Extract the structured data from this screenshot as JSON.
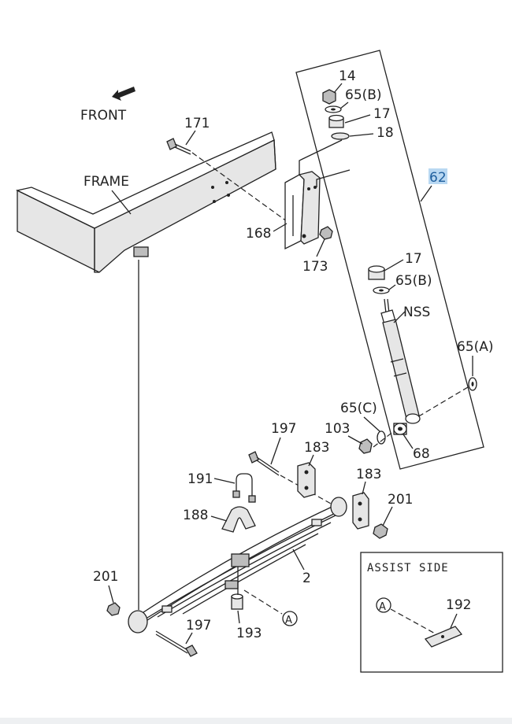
{
  "labels": {
    "front": "FRONT",
    "frame": "FRAME",
    "p171": "171",
    "p14": "14",
    "p65b_top": "65(B)",
    "p17_top": "17",
    "p18": "18",
    "p62": "62",
    "p168": "168",
    "p173": "173",
    "p17_mid": "17",
    "p65b_mid": "65(B)",
    "nss": "NSS",
    "p65a": "65(A)",
    "p65c": "65(C)",
    "p103": "103",
    "p68": "68",
    "p197_top": "197",
    "p183_left": "183",
    "p183_right": "183",
    "p191": "191",
    "p188": "188",
    "p201_right": "201",
    "p201_left": "201",
    "p2": "2",
    "p197_bottom": "197",
    "p193": "193",
    "callout_a": "A",
    "assist_side": "ASSIST SIDE",
    "p192": "192",
    "callout_a_inset": "A"
  },
  "colors": {
    "line": "#222222",
    "highlight_fill": "#b9d8f2",
    "highlight_text": "#1f5f9e",
    "part_fill": "#e6e6e6"
  }
}
